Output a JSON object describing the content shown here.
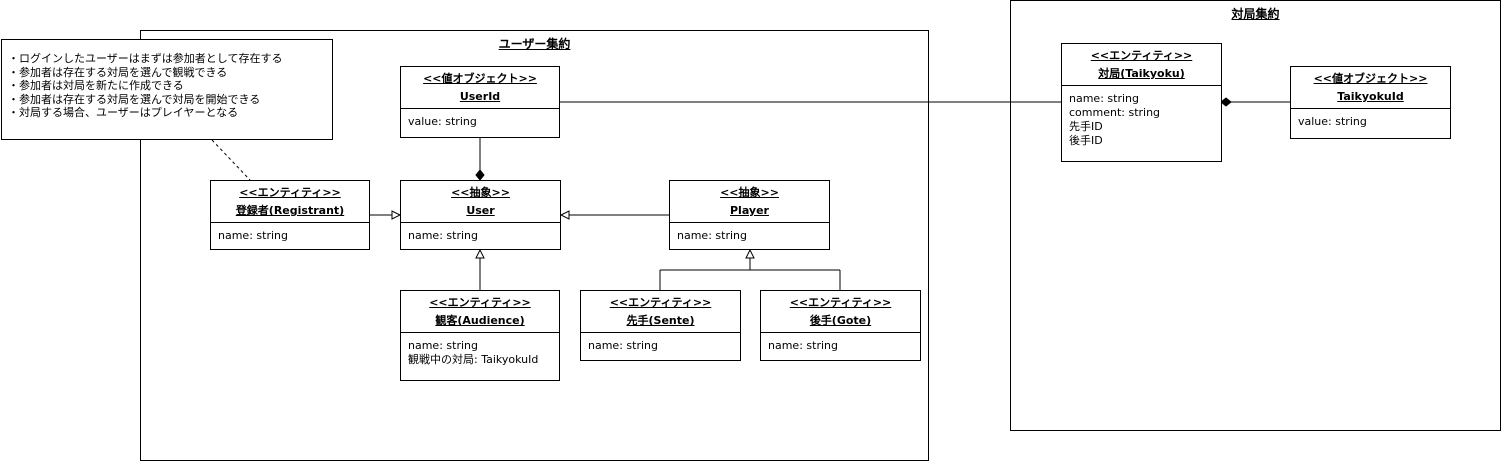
{
  "frames": {
    "user_aggregate": "ユーザー集約",
    "match_aggregate": "対局集約"
  },
  "note": {
    "lines": [
      "・ログインしたユーザーはまずは参加者として存在する",
      "・参加者は存在する対局を選んで観戦できる",
      "・参加者は対局を新たに作成できる",
      "・参加者は存在する対局を選んで対局を開始できる",
      "・対局する場合、ユーザーはプレイヤーとなる"
    ]
  },
  "classes": {
    "userid": {
      "stereotype": "<<値オブジェクト>>",
      "name": "UserId",
      "attrs": [
        "value: string"
      ]
    },
    "registrant": {
      "stereotype": "<<エンティティ>>",
      "name": "登録者(Registrant)",
      "attrs": [
        "name: string"
      ]
    },
    "user": {
      "stereotype": "<<抽象>>",
      "name": "User",
      "attrs": [
        "name: string"
      ]
    },
    "player": {
      "stereotype": "<<抽象>>",
      "name": "Player",
      "attrs": [
        "name: string"
      ]
    },
    "audience": {
      "stereotype": "<<エンティティ>>",
      "name": "観客(Audience)",
      "attrs": [
        "name: string",
        "観戦中の対局: TaikyokuId"
      ]
    },
    "sente": {
      "stereotype": "<<エンティティ>>",
      "name": "先手(Sente)",
      "attrs": [
        "name: string"
      ]
    },
    "gote": {
      "stereotype": "<<エンティティ>>",
      "name": "後手(Gote)",
      "attrs": [
        "name: string"
      ]
    },
    "taikyoku": {
      "stereotype": "<<エンティティ>>",
      "name": "対局(Taikyoku)",
      "attrs": [
        "name: string",
        "comment: string",
        "先手ID",
        "後手ID"
      ]
    },
    "taikyokuid": {
      "stereotype": "<<値オブジェクト>>",
      "name": "TaikyokuId",
      "attrs": [
        "value: string"
      ]
    }
  }
}
